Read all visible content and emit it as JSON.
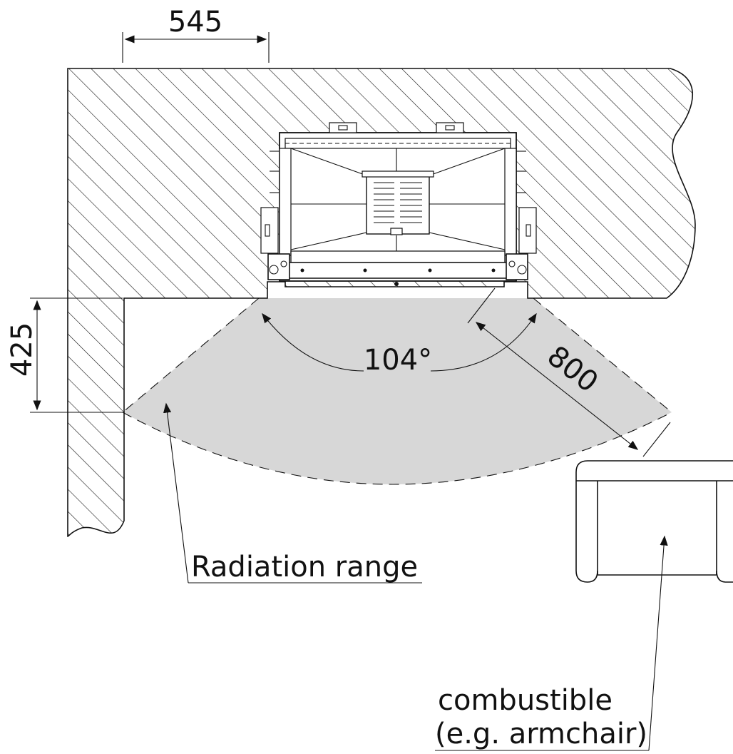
{
  "dimensions": {
    "insert_depth": "545",
    "wall_offset": "425",
    "radiation_distance": "800",
    "radiation_angle": "104°"
  },
  "labels": {
    "radiation_range": "Radiation range",
    "combustible_line1": "combustible",
    "combustible_line2": "(e.g. armchair)"
  },
  "colors": {
    "line": "#111111",
    "radiation_fill": "#d7d7d7",
    "background": "#ffffff"
  }
}
